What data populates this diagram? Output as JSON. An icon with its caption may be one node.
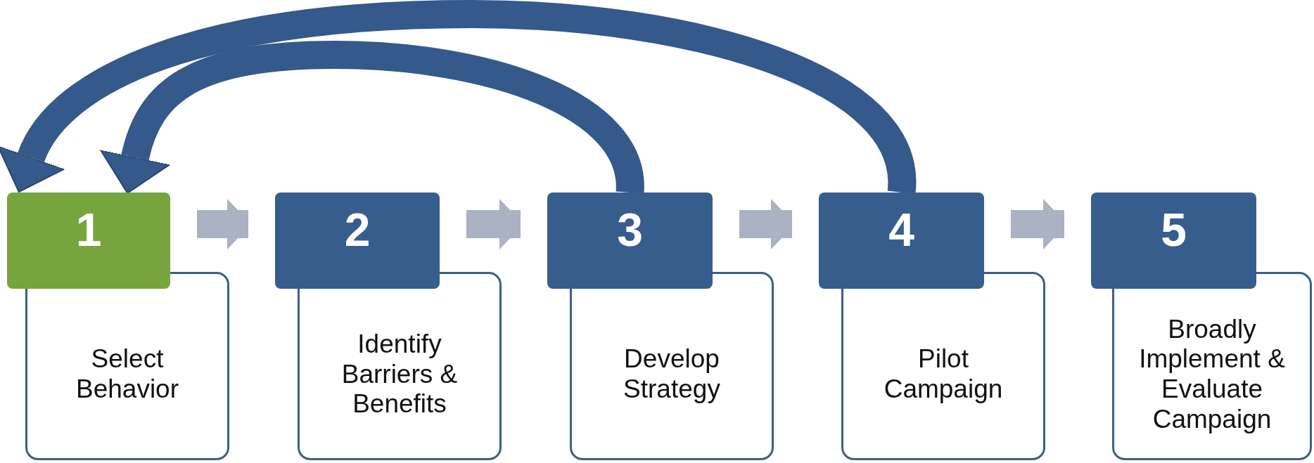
{
  "diagram": {
    "nodes": [
      {
        "text": [
          "1"
        ]
      },
      {
        "text": [
          "Select Behavior"
        ]
      },
      {
        "text": [
          "2"
        ]
      },
      {
        "text": [
          "Identify Barriers & Benefits"
        ]
      },
      {
        "text": [
          "3"
        ]
      },
      {
        "text": [
          "Develop Strategy"
        ]
      },
      {
        "text": [
          "4"
        ]
      },
      {
        "text": [
          "Pilot Campaign"
        ]
      },
      {
        "text": [
          "5"
        ]
      },
      {
        "text": [
          "Broadly Implement & Evaluate Campaign"
        ]
      }
    ],
    "edges": [
      {
        "from": 0,
        "to": 2,
        "arrow": "to"
      },
      {
        "from": 2,
        "to": 4,
        "arrow": "to"
      },
      {
        "from": 4,
        "to": 6,
        "arrow": "to"
      },
      {
        "from": 6,
        "to": 8,
        "arrow": "to"
      },
      {
        "from": 4,
        "to": 0,
        "arrow": "to",
        "color": "#34598a"
      },
      {
        "from": 6,
        "to": 0,
        "arrow": "to",
        "color": "#34598a"
      }
    ]
  }
}
